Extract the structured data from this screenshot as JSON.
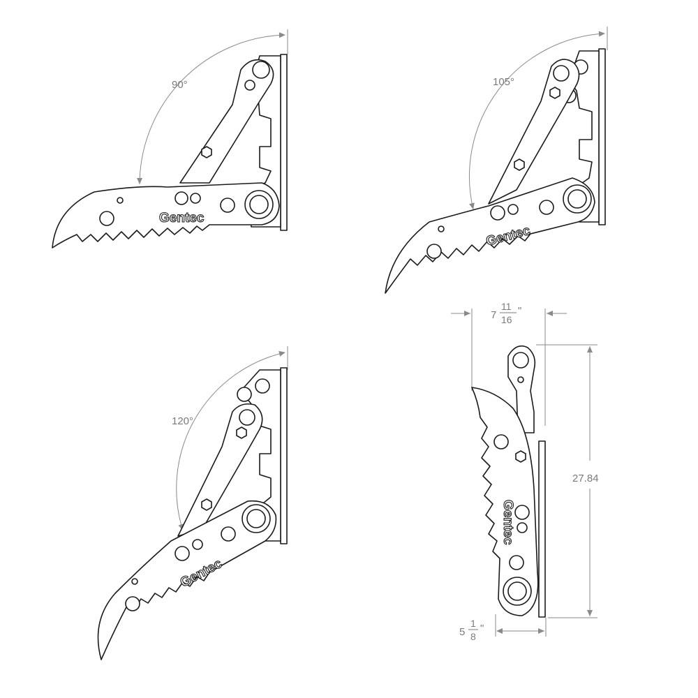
{
  "colors": {
    "line": "#1a1a1a",
    "dimension": "#8a8a8a",
    "background": "#ffffff"
  },
  "views": [
    {
      "id": "view-90",
      "angle_label": "90°"
    },
    {
      "id": "view-105",
      "angle_label": "105°"
    },
    {
      "id": "view-120",
      "angle_label": "120°"
    },
    {
      "id": "view-folded",
      "angle_label": ""
    }
  ],
  "brand": {
    "logo_text": "Gentec"
  },
  "dimensions": {
    "width_top": {
      "whole": "7",
      "num": "11",
      "den": "16",
      "unit": "\""
    },
    "height": {
      "value": "27.84"
    },
    "width_bottom": {
      "whole": "5",
      "num": "1",
      "den": "8",
      "unit": "\""
    }
  }
}
